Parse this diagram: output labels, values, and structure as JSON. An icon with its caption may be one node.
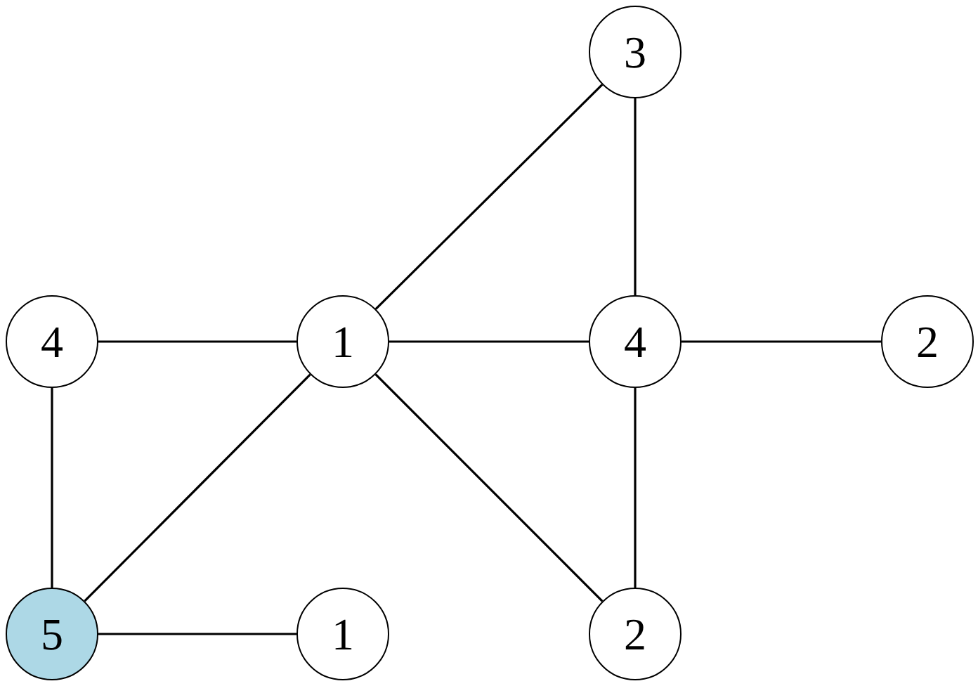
{
  "diagram": {
    "nodes": [
      {
        "text": [
          "3"
        ]
      },
      {
        "text": [
          "4"
        ]
      },
      {
        "text": [
          "1"
        ]
      },
      {
        "text": [
          "4"
        ]
      },
      {
        "text": [
          "2"
        ]
      },
      {
        "text": [
          "5"
        ]
      },
      {
        "text": [
          "1"
        ]
      },
      {
        "text": [
          "2"
        ]
      }
    ],
    "edges": [
      {
        "from": 0,
        "to": 2,
        "arrow": "none"
      },
      {
        "from": 0,
        "to": 3,
        "arrow": "none"
      },
      {
        "from": 1,
        "to": 2,
        "arrow": "none"
      },
      {
        "from": 2,
        "to": 3,
        "arrow": "none"
      },
      {
        "from": 3,
        "to": 4,
        "arrow": "none"
      },
      {
        "from": 1,
        "to": 5,
        "arrow": "none"
      },
      {
        "from": 2,
        "to": 5,
        "arrow": "none"
      },
      {
        "from": 2,
        "to": 7,
        "arrow": "none"
      },
      {
        "from": 3,
        "to": 7,
        "arrow": "none"
      },
      {
        "from": 5,
        "to": 6,
        "arrow": "none"
      }
    ]
  }
}
